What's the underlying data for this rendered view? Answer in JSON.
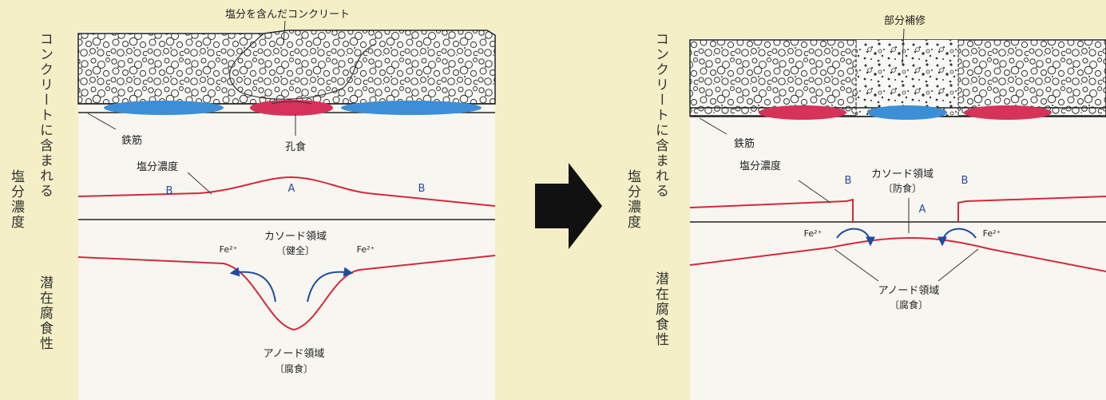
{
  "left": {
    "top_label": "塩分を含んだコンクリート",
    "rebar_label": "鉄筋",
    "pitting_label": "孔食",
    "salt_conc_label": "塩分濃度",
    "point_a": "A",
    "point_b_left": "B",
    "point_b_right": "B",
    "cathode_label": "カソード領域",
    "cathode_sub": "〔健全〕",
    "anode_label": "アノード領域",
    "anode_sub": "〔腐食〕",
    "fe_left": "Fe²⁺",
    "fe_right": "Fe²⁺"
  },
  "right": {
    "top_label": "部分補修",
    "rebar_label": "鉄筋",
    "salt_conc_label": "塩分濃度",
    "point_a": "A",
    "point_b_left": "B",
    "point_b_right": "B",
    "cathode_label": "カソード領域",
    "cathode_sub": "〔防食〕",
    "anode_label": "アノード領域",
    "anode_sub": "〔腐食〕",
    "fe_left": "Fe²⁺",
    "fe_right": "Fe²⁺"
  },
  "side_labels": {
    "left_concrete": "コンクリートに含まれる",
    "left_salt": "塩分濃度",
    "left_potential": "潜在腐食性",
    "right_concrete": "コンクリートに含まれる",
    "right_salt": "塩分濃度",
    "right_potential": "潜在腐食性"
  },
  "colors": {
    "background": "#f4efc6",
    "panel": "#f7f6f0",
    "anode_red": "#d6325a",
    "cathode_blue": "#3c8fd6",
    "curve_red": "#d6283a",
    "arrow_blue": "#1f4ba0",
    "label_blue": "#2a4aa8"
  }
}
